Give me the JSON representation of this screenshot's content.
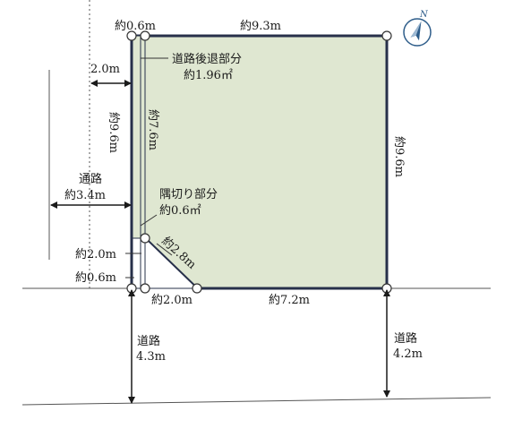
{
  "plot": {
    "top": "約9.3m",
    "top_left": "約0.6m",
    "right": "約9.6m",
    "left": "約9.6m",
    "bottom_right": "約7.2m",
    "bottom_left": "約2.0m",
    "inner_left": "約7.6m",
    "corner_diag": "約2.8m",
    "bottom_offset": "約0.6m",
    "side_offset": "約2.0m"
  },
  "setback": {
    "width": "2.0m",
    "label": "道路後退部分",
    "area": "約1.96㎡"
  },
  "corner_cut": {
    "label": "隅切り部分",
    "area": "約0.6㎡"
  },
  "passage": {
    "label": "通路",
    "width": "約3.4m"
  },
  "road_left": {
    "label": "道路",
    "width": "4.3m"
  },
  "road_right": {
    "label": "道路",
    "width": "4.2m"
  },
  "compass": {
    "letter": "N",
    "icon": "north-compass-icon"
  },
  "colors": {
    "plot_fill": "#dfe7d1",
    "plot_stroke": "#27304a",
    "line": "#1a1a1a"
  }
}
